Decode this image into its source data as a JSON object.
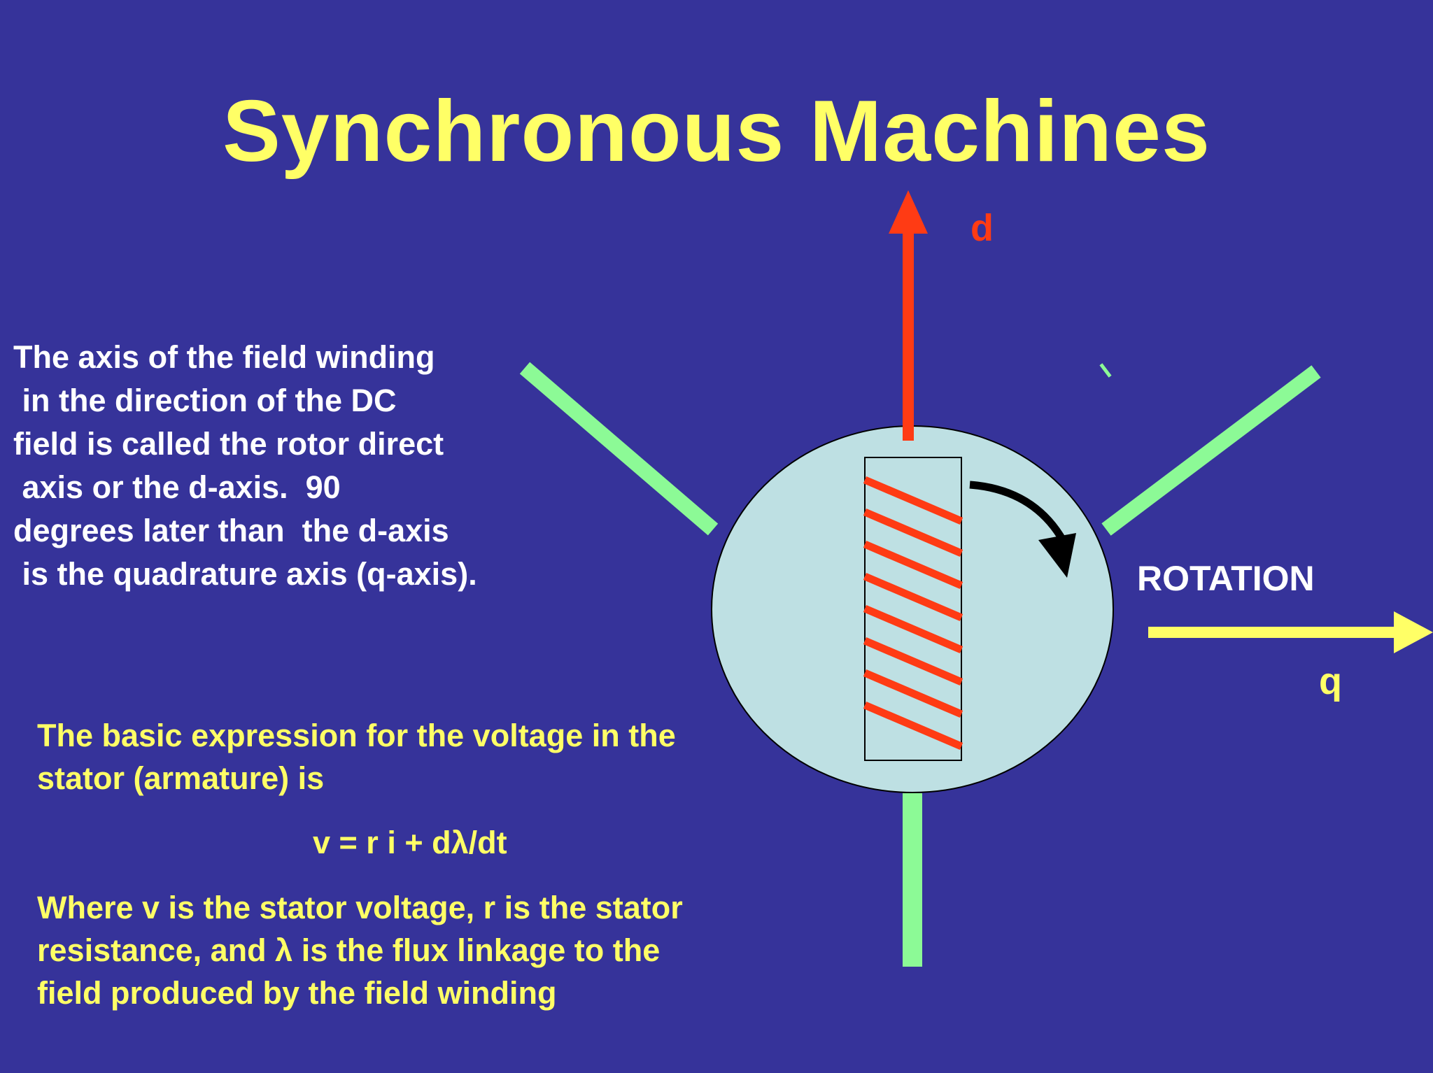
{
  "title": "Synchronous Machines",
  "description": {
    "lines": [
      "The axis of the field winding",
      " in the direction of the DC",
      "field is called the rotor direct",
      " axis or the d-axis.  90",
      "degrees later than  the d-axis",
      " is the quadrature axis (q-axis)."
    ]
  },
  "voltage": {
    "intro_lines": [
      "The basic expression for the voltage in the",
      "stator (armature) is"
    ],
    "equation": "v = r i + dλ/dt",
    "explanation_lines": [
      "Where v is the stator voltage, r is the stator",
      "resistance, and λ is the flux linkage to the",
      "field produced by the field winding"
    ]
  },
  "diagram": {
    "d_label": "d",
    "q_label": "q",
    "rotation_label": "ROTATION",
    "colors": {
      "background": "#36339a",
      "title": "#ffff66",
      "d_axis": "#ff3b14",
      "q_axis": "#ffff66",
      "stator_bars": "#8cfa96",
      "rotor": "#bee0e3",
      "winding": "#ff3b14",
      "rotation_arrow": "#000000"
    }
  }
}
